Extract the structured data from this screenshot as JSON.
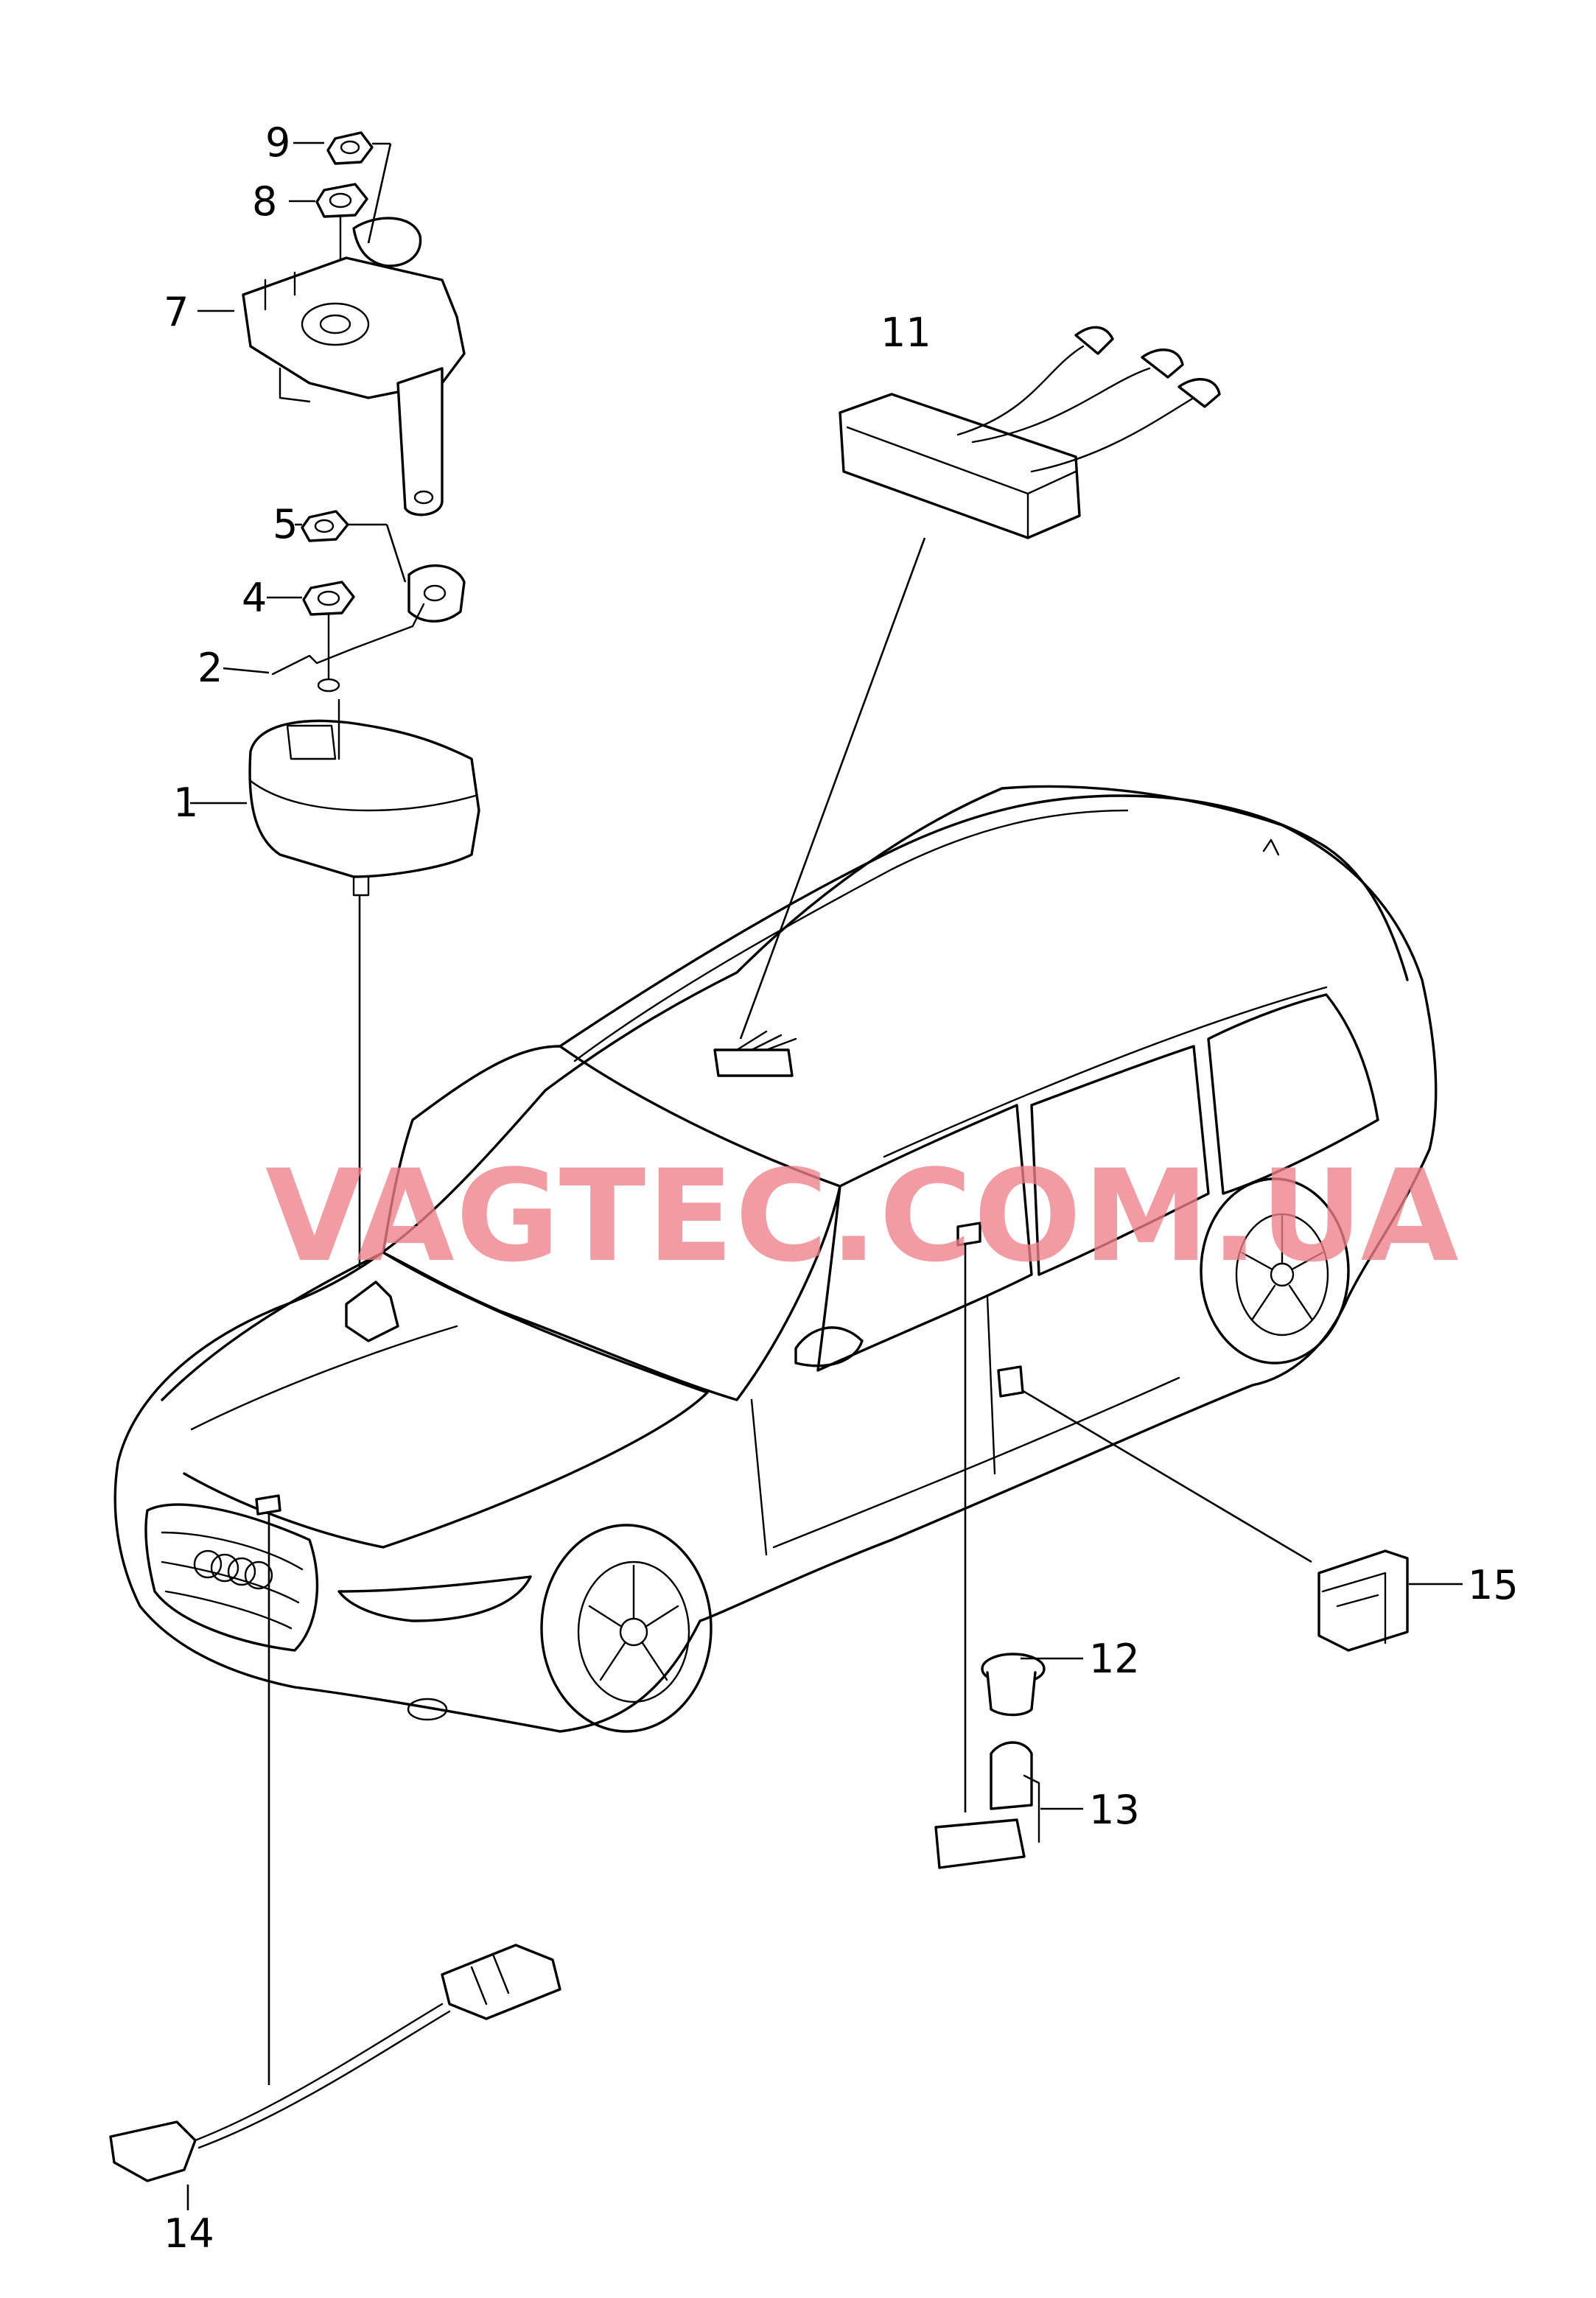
{
  "watermark": "VAGTEC.COM.UA",
  "callouts": {
    "c1": "1",
    "c2": "2",
    "c4": "4",
    "c5": "5",
    "c7": "7",
    "c8": "8",
    "c9": "9",
    "c11": "11",
    "c12": "12",
    "c13": "13",
    "c14": "14",
    "c15": "15"
  },
  "colors": {
    "line": "#000000",
    "watermark": "#f08088",
    "background": "#ffffff"
  }
}
